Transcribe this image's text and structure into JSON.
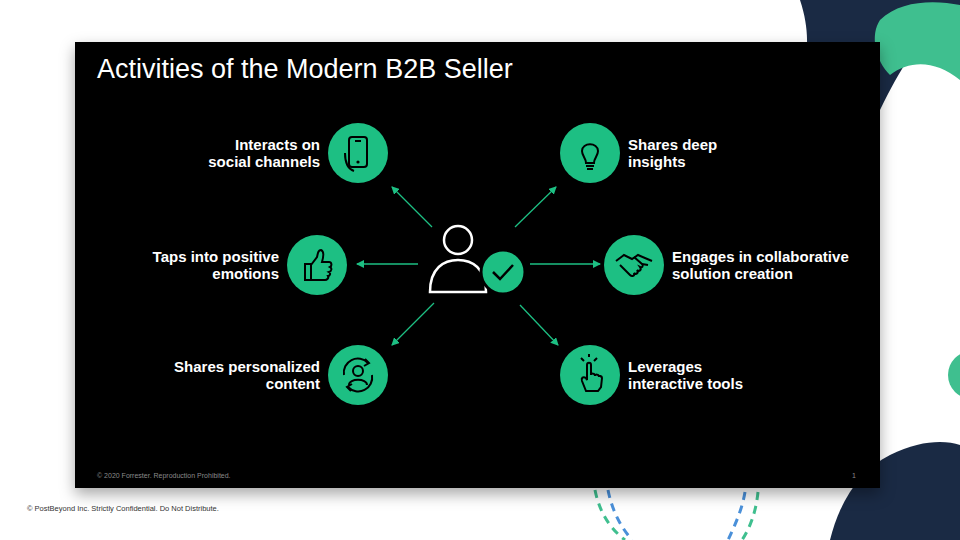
{
  "diagram": {
    "title": "Activities of the Modern B2B Seller",
    "nodes": [
      {
        "text": [
          "Interacts on social channels"
        ]
      },
      {
        "text": [
          "Taps into positive emotions"
        ]
      },
      {
        "text": [
          "Shares personalized content"
        ]
      },
      {
        "text": [
          "Shares deep insights"
        ]
      },
      {
        "text": [
          "Engages in collaborative solution creation"
        ]
      },
      {
        "text": [
          "Leverages interactive tools"
        ]
      }
    ],
    "labels": [
      "© 2020 Forrester. Reproduction Prohibited.",
      "1",
      "© PostBeyond Inc. Strictly Confidential. Do Not Distribute."
    ]
  }
}
